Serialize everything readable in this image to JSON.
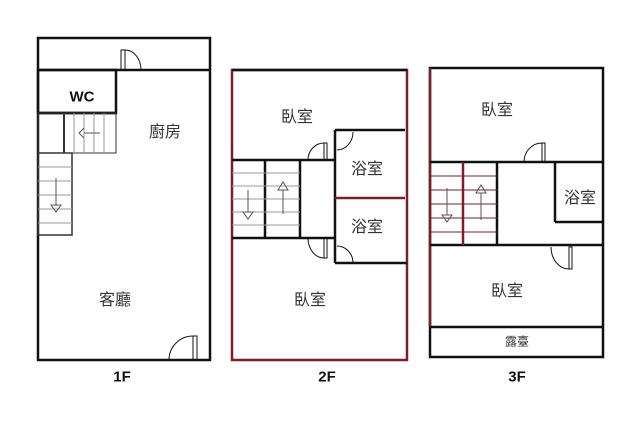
{
  "floors": [
    {
      "name": "1F",
      "rooms": [
        "WC",
        "廚房",
        "客廳"
      ]
    },
    {
      "name": "2F",
      "rooms": [
        "臥室",
        "浴室",
        "浴室",
        "臥室"
      ]
    },
    {
      "name": "3F",
      "rooms": [
        "臥室",
        "浴室",
        "臥室",
        "露臺"
      ]
    }
  ],
  "colors": {
    "wall": "#111111",
    "wall_accent": "#7a1e2a",
    "stair_line": "#999999"
  }
}
